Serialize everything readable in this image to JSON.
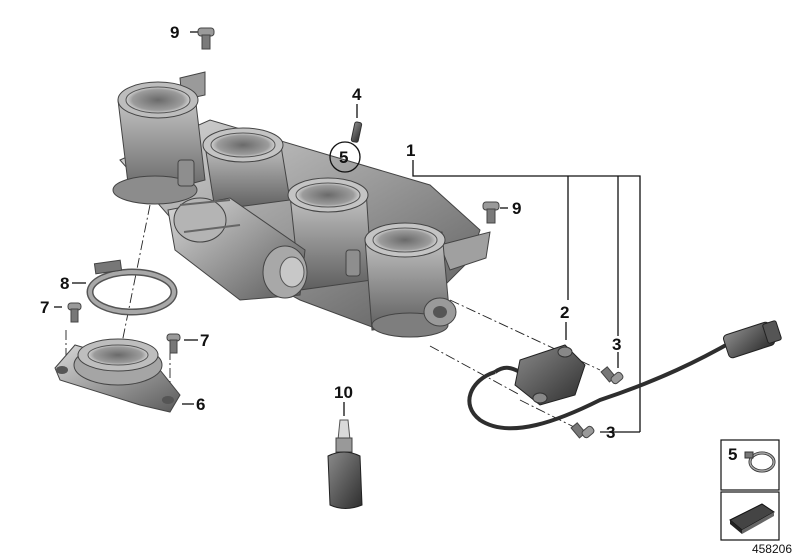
{
  "diagram": {
    "callouts": {
      "c1": "1",
      "c2": "2",
      "c3a": "3",
      "c3b": "3",
      "c4": "4",
      "c5": "5",
      "c6": "6",
      "c7a": "7",
      "c7b": "7",
      "c8": "8",
      "c9a": "9",
      "c9b": "9",
      "c10": "10"
    },
    "legend_box": {
      "number": "5"
    },
    "reference_id": "458206"
  }
}
